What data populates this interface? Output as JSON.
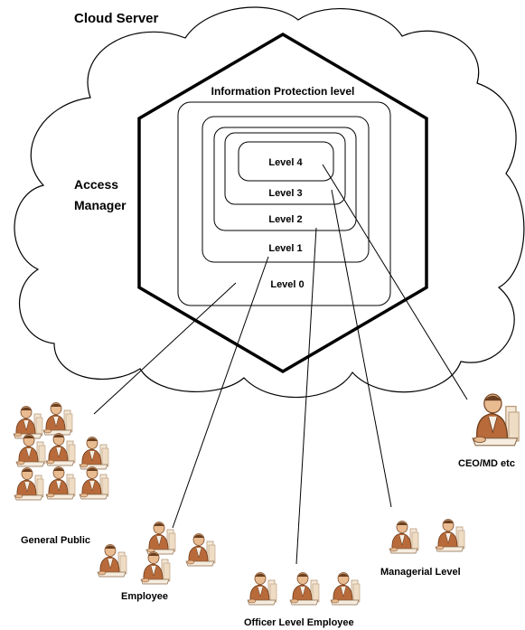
{
  "title": "Cloud Server",
  "access_manager": [
    "Access",
    "Manager"
  ],
  "protection_title": "Information Protection level",
  "levels": [
    "Level 4",
    "Level 3",
    "Level 2",
    "Level 1",
    "Level 0"
  ],
  "groups": {
    "general_public": "General Public",
    "employee": "Employee",
    "officer": "Officer Level Employee",
    "managerial": "Managerial Level",
    "ceo": "CEO/MD etc"
  },
  "icons": {
    "person": "office-worker-icon"
  }
}
